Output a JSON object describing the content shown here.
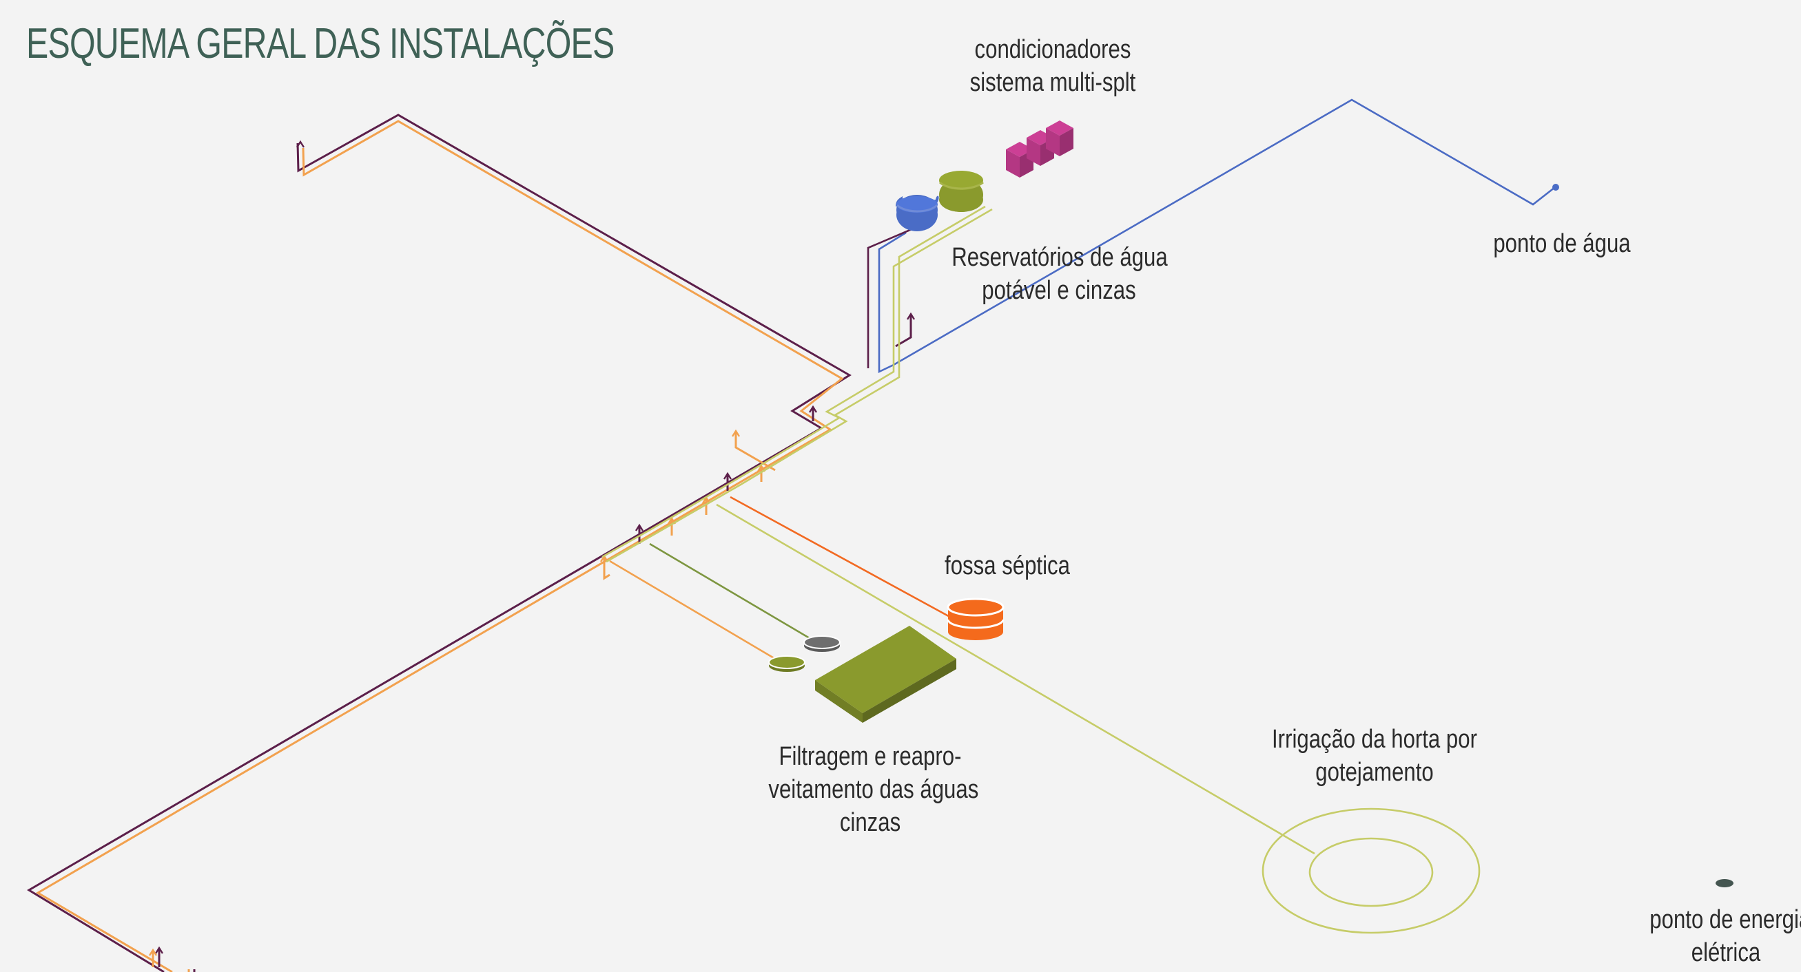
{
  "title": "ESQUEMA GERAL DAS INSTALAÇÕES",
  "labels": {
    "condicionadores": [
      "condicionadores",
      "sistema multi-splt"
    ],
    "reservatorios": [
      "Reservatórios de água",
      "potável e cinzas"
    ],
    "ponto_agua": [
      "ponto de água"
    ],
    "fossa": [
      "fossa séptica"
    ],
    "filtragem": [
      "Filtragem e reapro-",
      "veitamento das águas",
      "cinzas"
    ],
    "irrigacao": [
      "Irrigação da horta por",
      "gotejamento"
    ],
    "energia": [
      "ponto de energia",
      "elétrica"
    ]
  },
  "colors": {
    "title": "#3f6156",
    "sewage_pipe": "#5c1f4a",
    "grey_water_pipe": "#f2a14e",
    "potable_water_pipe": "#4b6bc4",
    "reuse_pipe": "#c6cc68",
    "filter_pipe": "#7d9640",
    "septic_pipe": "#f26a22",
    "septic_tank": "#f46a1c",
    "filter_box": "#8a9a2d",
    "potable_tank": "#4a6cc6",
    "grey_tank": "#8a9a2d",
    "ac_units": "#cc3f95",
    "irrigation_ring": "#c6cc68",
    "energy_point": "#445550"
  },
  "icons": {
    "ac": "air-conditioner-icon",
    "potable_tank": "water-tank-icon",
    "grey_tank": "grey-water-tank-icon",
    "septic": "septic-tank-icon",
    "filter": "filter-box-icon",
    "irrigation": "irrigation-circle-icon",
    "energy": "energy-point-icon",
    "water_point": "water-point-icon"
  }
}
